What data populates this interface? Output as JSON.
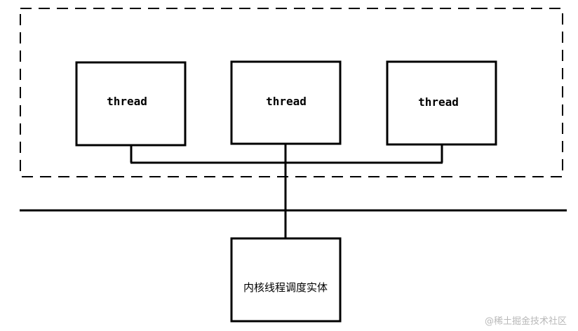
{
  "diagram": {
    "threads": [
      {
        "label": "thread"
      },
      {
        "label": "thread"
      },
      {
        "label": "thread"
      }
    ],
    "kernel_entity": {
      "label": "内核线程调度实体"
    },
    "watermark": "@稀土掘金技术社区",
    "colors": {
      "stroke": "#000000",
      "background": "#ffffff",
      "watermark": "#b8b8b8"
    }
  }
}
